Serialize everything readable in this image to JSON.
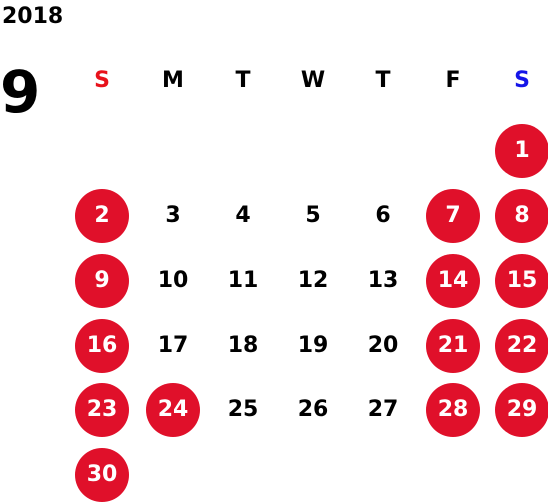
{
  "calendar": {
    "year": "2018",
    "month": "9",
    "weekdays": [
      {
        "label": "S",
        "color": "#e8121b"
      },
      {
        "label": "M",
        "color": "#000000"
      },
      {
        "label": "T",
        "color": "#000000"
      },
      {
        "label": "W",
        "color": "#000000"
      },
      {
        "label": "T",
        "color": "#000000"
      },
      {
        "label": "F",
        "color": "#000000"
      },
      {
        "label": "S",
        "color": "#1515e8"
      }
    ],
    "first_weekday_index": 6,
    "days": [
      {
        "label": "1",
        "holiday": true
      },
      {
        "label": "2",
        "holiday": true
      },
      {
        "label": "3",
        "holiday": false
      },
      {
        "label": "4",
        "holiday": false
      },
      {
        "label": "5",
        "holiday": false
      },
      {
        "label": "6",
        "holiday": false
      },
      {
        "label": "7",
        "holiday": true
      },
      {
        "label": "8",
        "holiday": true
      },
      {
        "label": "9",
        "holiday": true
      },
      {
        "label": "10",
        "holiday": false
      },
      {
        "label": "11",
        "holiday": false
      },
      {
        "label": "12",
        "holiday": false
      },
      {
        "label": "13",
        "holiday": false
      },
      {
        "label": "14",
        "holiday": true
      },
      {
        "label": "15",
        "holiday": true
      },
      {
        "label": "16",
        "holiday": true
      },
      {
        "label": "17",
        "holiday": false
      },
      {
        "label": "18",
        "holiday": false
      },
      {
        "label": "19",
        "holiday": false
      },
      {
        "label": "20",
        "holiday": false
      },
      {
        "label": "21",
        "holiday": true
      },
      {
        "label": "22",
        "holiday": true
      },
      {
        "label": "23",
        "holiday": true
      },
      {
        "label": "24",
        "holiday": true
      },
      {
        "label": "25",
        "holiday": false
      },
      {
        "label": "26",
        "holiday": false
      },
      {
        "label": "27",
        "holiday": false
      },
      {
        "label": "28",
        "holiday": true
      },
      {
        "label": "29",
        "holiday": true
      },
      {
        "label": "30",
        "holiday": true
      }
    ],
    "colors": {
      "holiday_fill": "#e0102a",
      "holiday_text": "#ffffff",
      "text": "#000000"
    }
  }
}
